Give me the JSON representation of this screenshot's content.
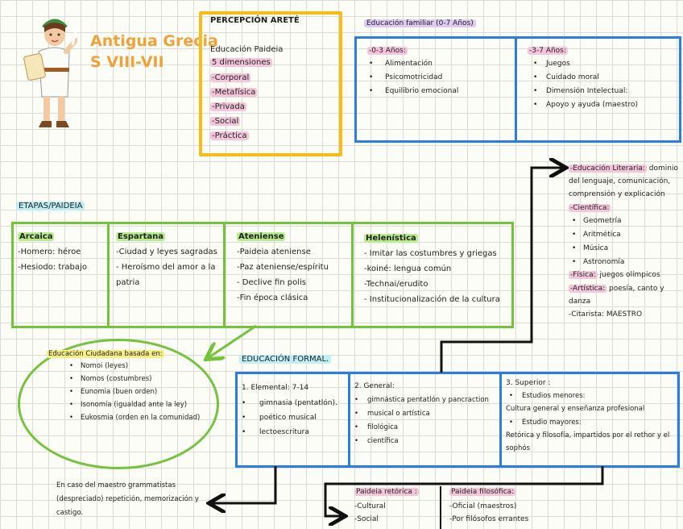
{
  "header": {
    "title_line1": "Antigua Grecia",
    "title_line2": "S VIII-VII"
  },
  "arete": {
    "title": "PERCEPCIÓN ARETÉ",
    "line1": "Educación Paideia",
    "line2": "5 dimensiones",
    "items": [
      "-Corporal",
      "-Metafísica",
      "-Privada",
      "-Social",
      "-Práctica"
    ]
  },
  "familiar": {
    "title": "Educación familiar (0-7 Años)",
    "col1": {
      "head": "-0-3 Años:",
      "items": [
        "Alimentación",
        "Psicomotricidad",
        "Equilibrio emocional"
      ]
    },
    "col2": {
      "head": "-3-7 Años:",
      "items": [
        "Juegos",
        "Cuidado moral",
        "Dimensión Intelectual:",
        "Apoyo y ayuda (maestro)"
      ]
    }
  },
  "literaria": {
    "head": "-Educación Literaria:",
    "line1_rest": " dominio",
    "line2": "del lenguaje, comunicación,",
    "line3": "comprensión y explicación",
    "cientifica": "-Científica:",
    "items": [
      "Geometría",
      "Aritmética",
      "Música",
      "Astronomía"
    ],
    "fisica_head": "-Física:",
    "fisica_rest": " juegos olímpicos",
    "artistica_head": "-Artística:",
    "artistica_rest": " poesía, canto y",
    "artistica_line2": "danza",
    "citarista": "-Citarista: MAESTRO"
  },
  "etapas": {
    "title": "ETAPAS/PAIDEIA",
    "columns": [
      {
        "head": "Arcaica",
        "lines": [
          "-Homero: héroe",
          "-Hesiodo: trabajo"
        ]
      },
      {
        "head": "Espartana",
        "lines": [
          "-Ciudad y leyes sagradas",
          "- Heroísmo del amor a la",
          "patria"
        ]
      },
      {
        "head": "Ateniense",
        "lines": [
          "-Paideia ateniense",
          "-Paz ateniense/espíritu",
          "- Declive fin polis",
          "-Fin época clásica"
        ]
      },
      {
        "head": "Helenística",
        "lines": [
          "- Imitar las costumbres y griegas",
          "-koiné: lengua común",
          "-Technai/erudito",
          "- Institucionalización de la cultura"
        ]
      }
    ]
  },
  "ciudadana": {
    "head": "Educación Ciudadana basada en:",
    "items": [
      "Nomoi (leyes)",
      "Nomos (costumbres)",
      "Eunomia (buen orden)",
      "Isonomía (igualdad ante la ley)",
      "Eukosmia (orden en la comunidad)"
    ]
  },
  "formal": {
    "title": "EDUCACIÓN FORMAL.",
    "col1": {
      "head": "1.   Elemental: 7-14",
      "items": [
        "gimnasia (pentatlón).",
        "poético musical",
        "lectoescritura"
      ]
    },
    "col2": {
      "head": "2. General:",
      "items": [
        "gimnástica pentatlón y pancraction",
        "musical o artística",
        "filológica",
        "científica"
      ]
    },
    "col3": {
      "head": "3. Superior :",
      "sub1": "Estudios menores:",
      "line1": "Cultura general y enseñanza profesional",
      "sub2": "Estudio mayores:",
      "line2": "Retórica y filosofía, impartidos por el rethor y el",
      "line3": "sophós"
    }
  },
  "nota": {
    "lines": [
      "En caso del maestro grammatistas",
      "(despreciado) repetición, memorización y",
      "castigo."
    ]
  },
  "retorica": {
    "head": "Paideia retórica :",
    "items": [
      "-Cultural",
      "-Social"
    ]
  },
  "filosofica": {
    "head": "Paideia filosófica:",
    "items": [
      "-Oficial (maestros)",
      "-Por filósofos errantes"
    ]
  }
}
